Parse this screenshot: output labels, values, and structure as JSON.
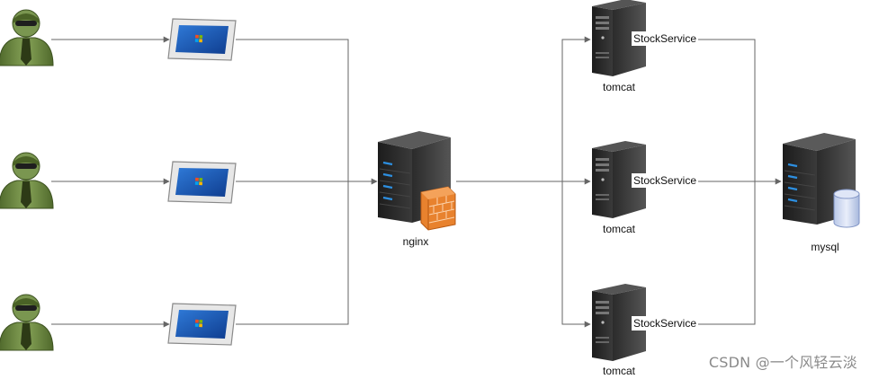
{
  "nodes": {
    "nginx": {
      "label": "nginx"
    },
    "tomcats": [
      {
        "label": "tomcat",
        "service": "StockService"
      },
      {
        "label": "tomcat",
        "service": "StockService"
      },
      {
        "label": "tomcat",
        "service": "StockService"
      }
    ],
    "database": {
      "label": "mysql"
    }
  },
  "icons": {
    "user": "user-icon",
    "tablet": "tablet-icon",
    "server": "server-icon",
    "firewall": "firewall-icon",
    "database": "database-icon"
  },
  "watermark": "CSDN @一个风轻云淡",
  "colors": {
    "edge": "#666666",
    "tablet_screen": "#1a56b8",
    "firewall": "#e8822e",
    "user_body": "#6f8a44",
    "server_led": "#2d8fe0"
  }
}
